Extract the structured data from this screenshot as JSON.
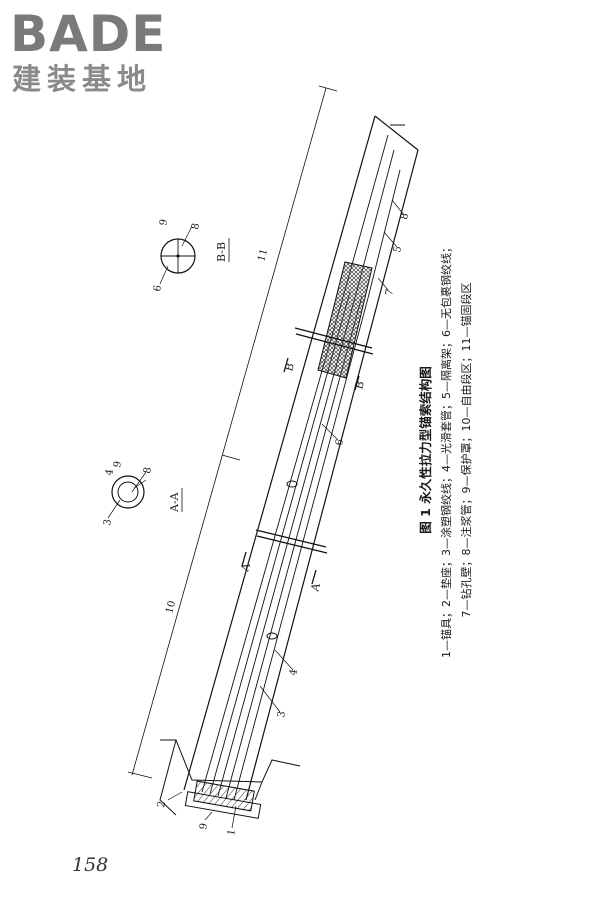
{
  "logo": {
    "word": "BADE",
    "sub": "建装基地"
  },
  "page_number": "158",
  "figure": {
    "title": "图 1   永久性拉力型锚索结构图",
    "legend_line1": "1—锚具；2—垫座；3—涂塑钢绞线；4—光滑套管；5—隔离架；6—无包裹钢绞线；",
    "legend_line2": "7—钻孔壁；8—注浆管；9—保护罩；10—自由段区；11—锚固段区"
  },
  "labels": {
    "n1": "1",
    "n2": "2",
    "n3": "3",
    "n4": "4",
    "n5": "5",
    "n6": "6",
    "n7": "7",
    "n8": "8",
    "n9": "9",
    "n10": "10",
    "n11": "11",
    "secA": "A",
    "secB": "B",
    "sectionAA": "A-A",
    "sectionBB": "B-B",
    "aa_3": "3",
    "aa_4": "4",
    "aa_9": "9",
    "aa_8": "8",
    "bb_9": "9",
    "bb_8": "8",
    "bb_6": "6"
  }
}
